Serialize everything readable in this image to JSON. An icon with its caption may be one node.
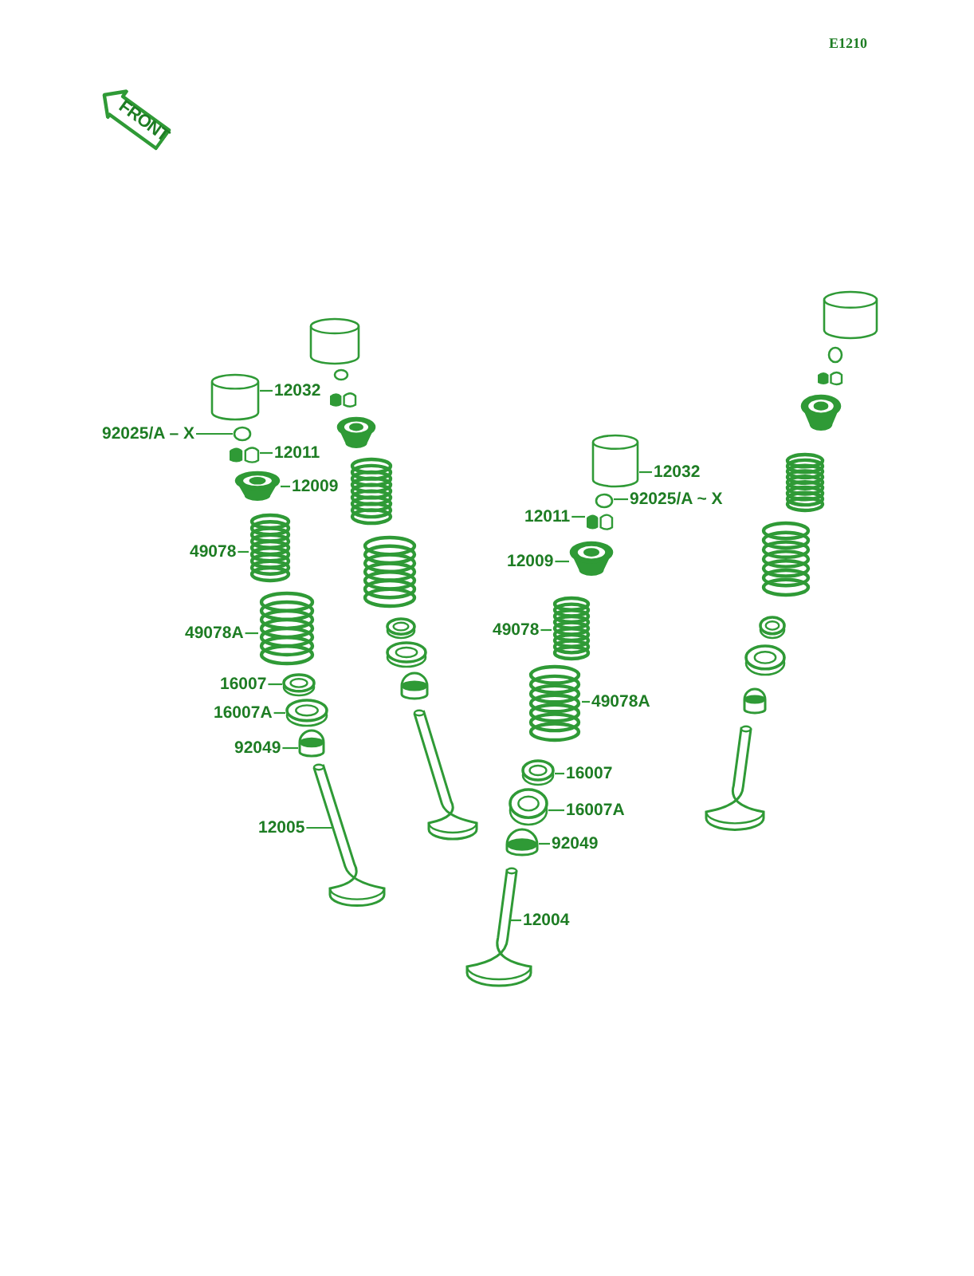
{
  "diagram": {
    "nodes": [
      {
        "text": [
          "FRONT"
        ]
      },
      {
        "text": [
          "12032"
        ]
      },
      {
        "text": [],
        "shape": "picture"
      },
      {
        "text": [
          "92025/A – X"
        ]
      },
      {
        "text": [],
        "shape": "circle"
      },
      {
        "text": [
          "12011"
        ]
      },
      {
        "text": [],
        "shape": "picture"
      },
      {
        "text": [
          "12009"
        ]
      },
      {
        "text": [],
        "shape": "picture"
      },
      {
        "text": [
          "49078"
        ]
      },
      {
        "text": [],
        "shape": "picture"
      },
      {
        "text": [
          "49078A"
        ]
      },
      {
        "text": [],
        "shape": "picture"
      },
      {
        "text": [
          "16007"
        ]
      },
      {
        "text": [],
        "shape": "picture"
      },
      {
        "text": [
          "16007A"
        ]
      },
      {
        "text": [],
        "shape": "picture"
      },
      {
        "text": [
          "92049"
        ]
      },
      {
        "text": [],
        "shape": "picture"
      },
      {
        "text": [
          "12005"
        ]
      },
      {
        "text": [],
        "shape": "picture"
      },
      {
        "text": [
          "12032"
        ]
      },
      {
        "text": [],
        "shape": "picture"
      },
      {
        "text": [
          "92025/A ~ X"
        ]
      },
      {
        "text": [],
        "shape": "circle"
      },
      {
        "text": [
          "12011"
        ]
      },
      {
        "text": [],
        "shape": "picture"
      },
      {
        "text": [
          "12009"
        ]
      },
      {
        "text": [],
        "shape": "picture"
      },
      {
        "text": [
          "49078"
        ]
      },
      {
        "text": [],
        "shape": "picture"
      },
      {
        "text": [
          "49078A"
        ]
      },
      {
        "text": [],
        "shape": "picture"
      },
      {
        "text": [
          "16007"
        ]
      },
      {
        "text": [],
        "shape": "picture"
      },
      {
        "text": [
          "16007A"
        ]
      },
      {
        "text": [],
        "shape": "picture"
      },
      {
        "text": [
          "92049"
        ]
      },
      {
        "text": [],
        "shape": "picture"
      },
      {
        "text": [
          "12004"
        ]
      },
      {
        "text": [],
        "shape": "picture"
      }
    ],
    "edges": [
      {
        "from": 1,
        "to": 2,
        "arrow": "none"
      },
      {
        "from": 3,
        "to": 4,
        "arrow": "none"
      },
      {
        "from": 5,
        "to": 6,
        "arrow": "none"
      },
      {
        "from": 7,
        "to": 8,
        "arrow": "none"
      },
      {
        "from": 9,
        "to": 10,
        "arrow": "none"
      },
      {
        "from": 11,
        "to": 12,
        "arrow": "none"
      },
      {
        "from": 13,
        "to": 14,
        "arrow": "none"
      },
      {
        "from": 15,
        "to": 16,
        "arrow": "none"
      },
      {
        "from": 17,
        "to": 18,
        "arrow": "none"
      },
      {
        "from": 19,
        "to": 20,
        "arrow": "none"
      },
      {
        "from": 21,
        "to": 22,
        "arrow": "none"
      },
      {
        "from": 23,
        "to": 24,
        "arrow": "none"
      },
      {
        "from": 25,
        "to": 26,
        "arrow": "none"
      },
      {
        "from": 27,
        "to": 28,
        "arrow": "none"
      },
      {
        "from": 29,
        "to": 30,
        "arrow": "none"
      },
      {
        "from": 31,
        "to": 32,
        "arrow": "none"
      },
      {
        "from": 33,
        "to": 34,
        "arrow": "none"
      },
      {
        "from": 35,
        "to": 36,
        "arrow": "none"
      },
      {
        "from": 37,
        "to": 38,
        "arrow": "none"
      },
      {
        "from": 39,
        "to": 40,
        "arrow": "none"
      }
    ],
    "labels": [
      "E1210"
    ]
  }
}
